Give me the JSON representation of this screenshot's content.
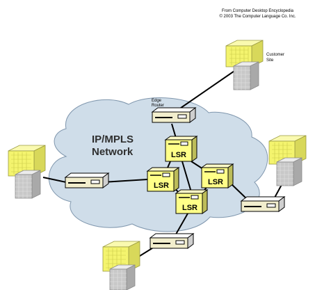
{
  "credit": {
    "line1": "From Computer Desktop Encyclopedia",
    "line2": "© 2003 The Computer Language Co. Inc."
  },
  "labels": {
    "customer_site": [
      "Customer",
      "Site"
    ],
    "edge_router": [
      "Edge",
      "Router"
    ],
    "network": [
      "IP/MPLS",
      "Network"
    ],
    "lsr": "LSR"
  },
  "colors": {
    "cloud_fill": "#cfdde9",
    "cloud_stroke": "#7f96ad",
    "lsr_fill": "#ffff88",
    "router_fill": "#f2eecd",
    "building_yellow": "#f4f46e",
    "building_gray": "#c8c8c8"
  }
}
